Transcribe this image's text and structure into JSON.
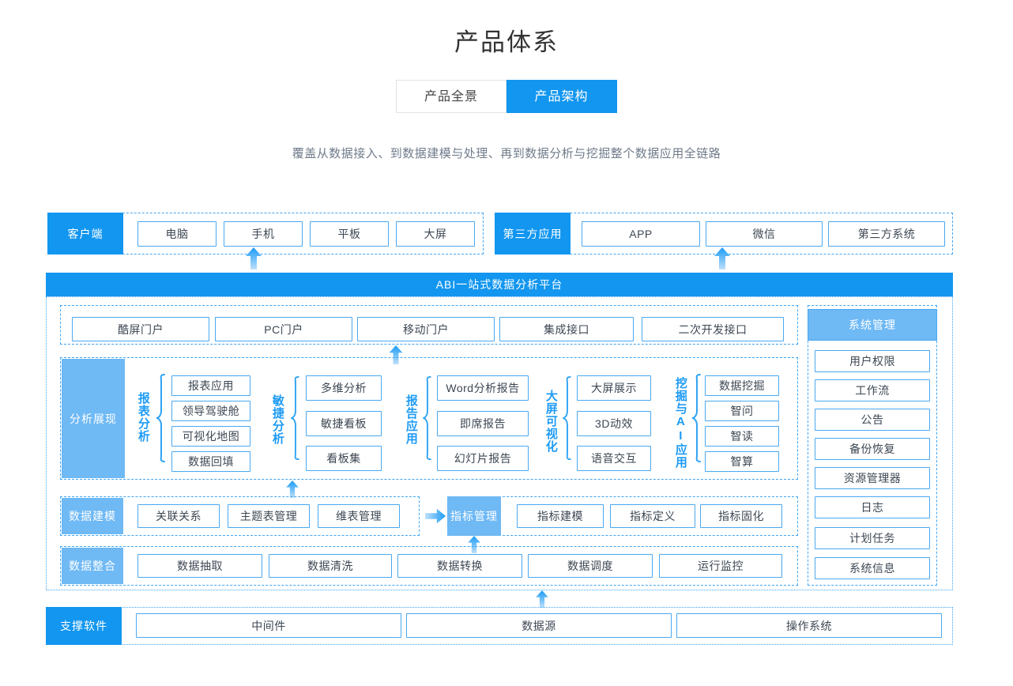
{
  "header": {
    "title": "产品体系",
    "tabs": [
      {
        "label": "产品全景",
        "active": false
      },
      {
        "label": "产品架构",
        "active": true
      }
    ],
    "subtitle": "覆盖从数据接入、到数据建模与处理、再到数据分析与挖掘整个数据应用全链路"
  },
  "colors": {
    "primary": "#1296f0",
    "light": "#6fb9f5",
    "border": "#4aa8f0",
    "text": "#3d4753"
  },
  "diagram": {
    "client_row": {
      "label": "客户端",
      "items": [
        "电脑",
        "手机",
        "平板",
        "大屏"
      ]
    },
    "third_party_row": {
      "label": "第三方应用",
      "items": [
        "APP",
        "微信",
        "第三方系统"
      ]
    },
    "platform_bar": "ABI一站式数据分析平台",
    "portal_row": {
      "items": [
        "酷屏门户",
        "PC门户",
        "移动门户",
        "集成接口",
        "二次开发接口"
      ]
    },
    "analysis": {
      "label": "分析展现",
      "groups": [
        {
          "name": "报表分析",
          "items": [
            "报表应用",
            "领导驾驶舱",
            "可视化地图",
            "数据回填"
          ]
        },
        {
          "name": "敏捷分析",
          "items": [
            "多维分析",
            "敏捷看板",
            "看板集"
          ]
        },
        {
          "name": "报告应用",
          "items": [
            "Word分析报告",
            "即席报告",
            "幻灯片报告"
          ]
        },
        {
          "name": "大屏可视化",
          "items": [
            "大屏展示",
            "3D动效",
            "语音交互"
          ]
        },
        {
          "name": "挖掘与AI应用",
          "items": [
            "数据挖掘",
            "智问",
            "智读",
            "智算"
          ]
        }
      ]
    },
    "modeling": {
      "label": "数据建模",
      "items": [
        "关联关系",
        "主题表管理",
        "维表管理"
      ],
      "metric_label": "指标管理",
      "metric_items": [
        "指标建模",
        "指标定义",
        "指标固化"
      ]
    },
    "integration": {
      "label": "数据整合",
      "items": [
        "数据抽取",
        "数据清洗",
        "数据转换",
        "数据调度",
        "运行监控"
      ]
    },
    "system_mgmt": {
      "title": "系统管理",
      "items": [
        "用户权限",
        "工作流",
        "公告",
        "备份恢复",
        "资源管理器",
        "日志",
        "计划任务",
        "系统信息"
      ]
    },
    "support": {
      "label": "支撑软件",
      "items": [
        "中间件",
        "数据源",
        "操作系统"
      ]
    }
  }
}
